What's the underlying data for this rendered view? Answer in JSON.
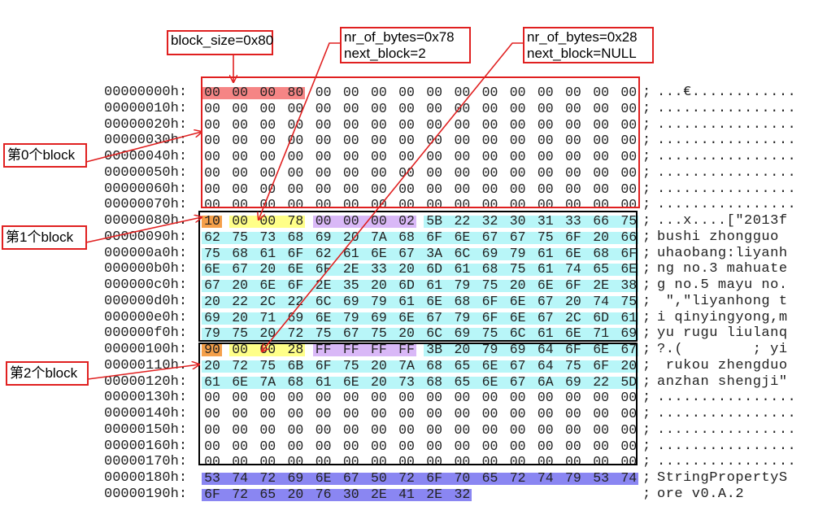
{
  "colors": {
    "red": "#f58585",
    "orange": "#f5a04a",
    "yellow": "#ffff88",
    "purple": "#d9b8f7",
    "cyan": "#b8f6f8",
    "blue": "#8a86f2",
    "frame_red": "#e02020",
    "frame_black": "#000000"
  },
  "annotations": {
    "block_size": "block_size=0x80",
    "block1_header": [
      "nr_of_bytes=0x78",
      "next_block=2"
    ],
    "block2_header": [
      "nr_of_bytes=0x28",
      "next_block=NULL"
    ],
    "block0_label": "第0个block",
    "block1_label": "第1个block",
    "block2_label": "第2个block"
  },
  "rows": [
    {
      "addr": "00000000h:",
      "bytes": "00 00 00 80 00 00 00 00 00 00 00 00 00 00 00 00",
      "ascii": "...€............",
      "hl": [
        [
          0,
          3,
          "red"
        ]
      ]
    },
    {
      "addr": "00000010h:",
      "bytes": "00 00 00 00 00 00 00 00 00 00 00 00 00 00 00 00",
      "ascii": "................",
      "hl": []
    },
    {
      "addr": "00000020h:",
      "bytes": "00 00 00 00 00 00 00 00 00 00 00 00 00 00 00 00",
      "ascii": "................",
      "hl": []
    },
    {
      "addr": "00000030h:",
      "bytes": "00 00 00 00 00 00 00 00 00 00 00 00 00 00 00 00",
      "ascii": "................",
      "hl": []
    },
    {
      "addr": "00000040h:",
      "bytes": "00 00 00 00 00 00 00 00 00 00 00 00 00 00 00 00",
      "ascii": "................",
      "hl": []
    },
    {
      "addr": "00000050h:",
      "bytes": "00 00 00 00 00 00 00 00 00 00 00 00 00 00 00 00",
      "ascii": "................",
      "hl": []
    },
    {
      "addr": "00000060h:",
      "bytes": "00 00 00 00 00 00 00 00 00 00 00 00 00 00 00 00",
      "ascii": "................",
      "hl": []
    },
    {
      "addr": "00000070h:",
      "bytes": "00 00 00 00 00 00 00 00 00 00 00 00 00 00 00 00",
      "ascii": "................",
      "hl": []
    },
    {
      "addr": "00000080h:",
      "bytes": "10 00 00 78 00 00 00 02 5B 22 32 30 31 33 66 75",
      "ascii": "...x....[\"2013f",
      "hl": [
        [
          0,
          0,
          "orange"
        ],
        [
          1,
          3,
          "yellow"
        ],
        [
          4,
          7,
          "purple"
        ],
        [
          8,
          15,
          "cyan"
        ]
      ]
    },
    {
      "addr": "00000090h:",
      "bytes": "62 75 73 68 69 20 7A 68 6F 6E 67 67 75 6F 20 66",
      "ascii": "bushi zhongguo ",
      "hl": [
        [
          0,
          15,
          "cyan"
        ]
      ]
    },
    {
      "addr": "000000a0h:",
      "bytes": "75 68 61 6F 62 61 6E 67 3A 6C 69 79 61 6E 68 6F",
      "ascii": "uhaobang:liyanh",
      "hl": [
        [
          0,
          15,
          "cyan"
        ]
      ]
    },
    {
      "addr": "000000b0h:",
      "bytes": "6E 67 20 6E 6F 2E 33 20 6D 61 68 75 61 74 65 6E",
      "ascii": "ng no.3 mahuate",
      "hl": [
        [
          0,
          15,
          "cyan"
        ]
      ]
    },
    {
      "addr": "000000c0h:",
      "bytes": "67 20 6E 6F 2E 35 20 6D 61 79 75 20 6E 6F 2E 38",
      "ascii": "g no.5 mayu no.",
      "hl": [
        [
          0,
          15,
          "cyan"
        ]
      ]
    },
    {
      "addr": "000000d0h:",
      "bytes": "20 22 2C 22 6C 69 79 61 6E 68 6F 6E 67 20 74 75",
      "ascii": " \",\"liyanhong t",
      "hl": [
        [
          0,
          15,
          "cyan"
        ]
      ]
    },
    {
      "addr": "000000e0h:",
      "bytes": "69 20 71 69 6E 79 69 6E 67 79 6F 6E 67 2C 6D 61",
      "ascii": "i qinyingyong,m",
      "hl": [
        [
          0,
          15,
          "cyan"
        ]
      ]
    },
    {
      "addr": "000000f0h:",
      "bytes": "79 75 20 72 75 67 75 20 6C 69 75 6C 61 6E 71 69",
      "ascii": "yu rugu liulanq",
      "hl": [
        [
          0,
          15,
          "cyan"
        ]
      ]
    },
    {
      "addr": "00000100h:",
      "bytes": "90 00 00 28 FF FF FF FF 3B 20 79 69 64 6F 6E 67",
      "ascii": "?.(        ; yi",
      "hl": [
        [
          0,
          0,
          "orange"
        ],
        [
          1,
          3,
          "yellow"
        ],
        [
          4,
          7,
          "purple"
        ],
        [
          8,
          15,
          "cyan"
        ]
      ]
    },
    {
      "addr": "00000110h:",
      "bytes": "20 72 75 6B 6F 75 20 7A 68 65 6E 67 64 75 6F 20",
      "ascii": " rukou zhengduo",
      "hl": [
        [
          0,
          15,
          "cyan"
        ]
      ]
    },
    {
      "addr": "00000120h:",
      "bytes": "61 6E 7A 68 61 6E 20 73 68 65 6E 67 6A 69 22 5D",
      "ascii": "anzhan shengji\"",
      "hl": [
        [
          0,
          15,
          "cyan"
        ]
      ]
    },
    {
      "addr": "00000130h:",
      "bytes": "00 00 00 00 00 00 00 00 00 00 00 00 00 00 00 00",
      "ascii": "................",
      "hl": []
    },
    {
      "addr": "00000140h:",
      "bytes": "00 00 00 00 00 00 00 00 00 00 00 00 00 00 00 00",
      "ascii": "................",
      "hl": []
    },
    {
      "addr": "00000150h:",
      "bytes": "00 00 00 00 00 00 00 00 00 00 00 00 00 00 00 00",
      "ascii": "................",
      "hl": []
    },
    {
      "addr": "00000160h:",
      "bytes": "00 00 00 00 00 00 00 00 00 00 00 00 00 00 00 00",
      "ascii": "................",
      "hl": []
    },
    {
      "addr": "00000170h:",
      "bytes": "00 00 00 00 00 00 00 00 00 00 00 00 00 00 00 00",
      "ascii": "................",
      "hl": []
    },
    {
      "addr": "00000180h:",
      "bytes": "53 74 72 69 6E 67 50 72 6F 70 65 72 74 79 53 74",
      "ascii": "StringPropertyS",
      "hl": [
        [
          0,
          15,
          "blue"
        ]
      ]
    },
    {
      "addr": "00000190h:",
      "bytes": "6F 72 65 20 76 30 2E 41 2E 32",
      "ascii": "ore v0.A.2",
      "hl": [
        [
          0,
          9,
          "blue"
        ]
      ]
    }
  ],
  "separator": ";"
}
